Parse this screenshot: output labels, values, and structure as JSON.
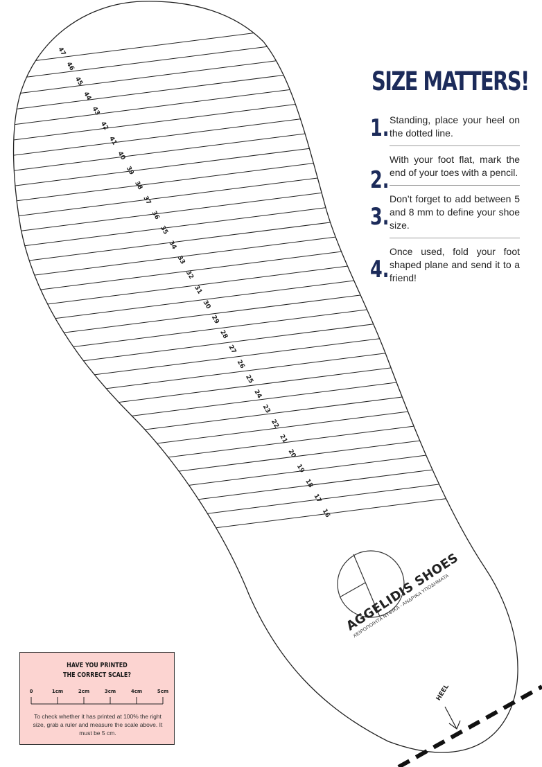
{
  "title": "SIZE MATTERS!",
  "steps": [
    {
      "number": "1.",
      "text": "Standing, place your heel on the dotted line."
    },
    {
      "number": "2.",
      "text": "With your foot flat, mark the end of your toes with a pencil."
    },
    {
      "number": "3.",
      "text": "Don’t forget to add between 5 and 8 mm to define your shoe size."
    },
    {
      "number": "4.",
      "text": "Once used, fold your foot shaped plane and send it to a friend!"
    }
  ],
  "sizes": [
    "47",
    "46",
    "45",
    "44",
    "43",
    "42",
    "41",
    "40",
    "39",
    "38",
    "37",
    "36",
    "35",
    "34",
    "33",
    "32",
    "31",
    "30",
    "29",
    "28",
    "27",
    "26",
    "25",
    "24",
    "23",
    "22",
    "21",
    "20",
    "19",
    "18",
    "17",
    "16"
  ],
  "scale_check": {
    "title_line1": "HAVE YOU PRINTED",
    "title_line2": "THE CORRECT SCALE?",
    "ticks": [
      "0",
      "1cm",
      "2cm",
      "3cm",
      "4cm",
      "5cm"
    ],
    "text": "To check whether it  has printed at 100% the right size, grab a ruler and measure the scale above. It must be 5 cm."
  },
  "brand": {
    "name": "AGGELIDIS SHOES",
    "tagline": "ΧΕΙΡΟΠΟΙΗΤΑ ΝΥΦΙΚΑ - ΑΝΔΡΙΚΑ ΥΠΟΔΗΜΑΤΑ"
  },
  "heel_label": "HEEL",
  "colors": {
    "title": "#1c2b5a",
    "scale_box": "#fcd4d1",
    "lines": "#222222"
  }
}
